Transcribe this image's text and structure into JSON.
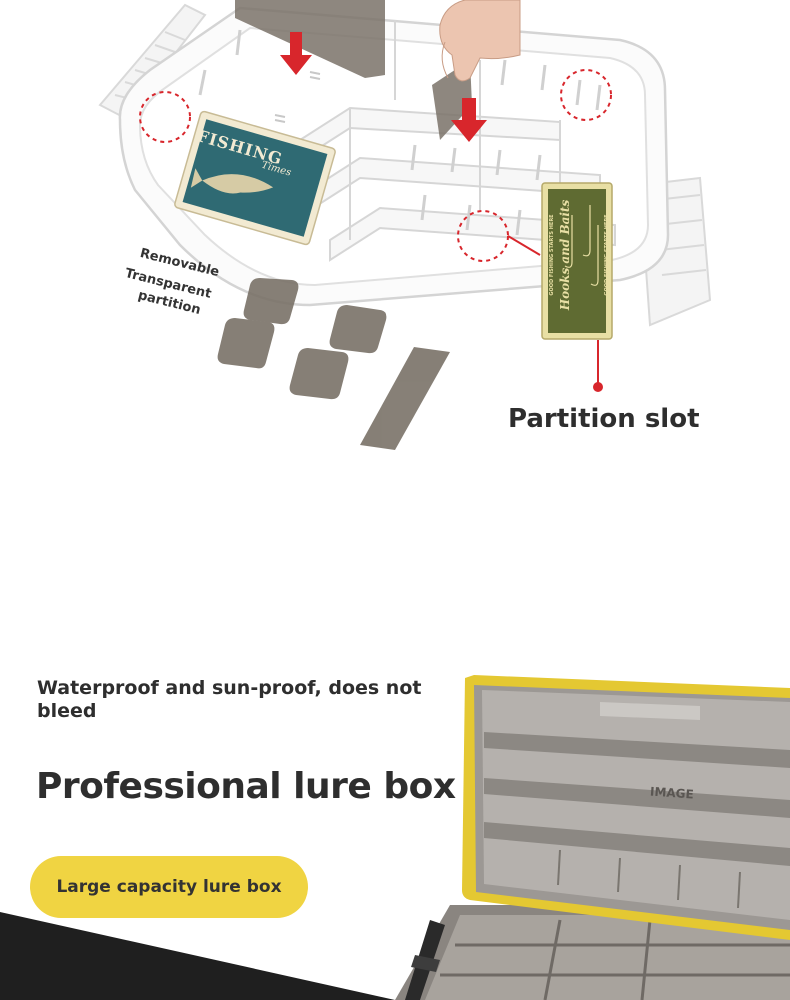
{
  "callouts": {
    "removable": "Removable",
    "transparent": "Transparent",
    "partition": "partition",
    "partition_slot": "Partition slot"
  },
  "stickers": {
    "fishing_title": "FISHING",
    "fishing_subtitle": "Times",
    "hooks_top": "GOOD FISHING STARTS HERE",
    "hooks_title": "Hooks and Baits",
    "hooks_bottom": "GOOD FISHING STARTS HERE"
  },
  "product": {
    "tagline": "Waterproof and sun-proof, does not bleed",
    "headline": "Professional lure box",
    "pill_label": "Large capacity lure box",
    "lid_brand": "IMAGE"
  },
  "colors": {
    "accent_red": "#d8262c",
    "pill_yellow": "#f0d442",
    "lid_yellow": "#e4c832",
    "partition_gray": "#7a7268",
    "sticker_teal": "#2f6a73",
    "sticker_olive": "#5f6b32"
  },
  "icons": [
    "down-arrow-icon",
    "hand-icon",
    "dashed-circle-icon",
    "pointer-dot-icon"
  ]
}
